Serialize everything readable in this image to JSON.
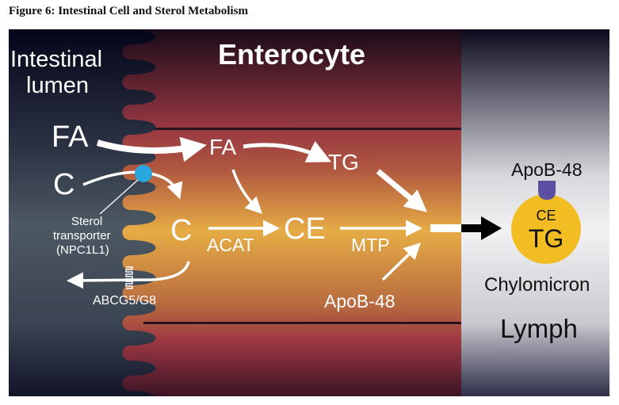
{
  "figure": {
    "title": "Figure 6: Intestinal Cell and Sterol Metabolism"
  },
  "regions": {
    "lumen": "Intestinal",
    "lumen_line2": "lumen",
    "enterocyte": "Enterocyte",
    "lymph": "Lymph"
  },
  "labels": {
    "fa_lumen": "FA",
    "c_lumen": "C",
    "fa_cell": "FA",
    "tg_cell": "TG",
    "c_cell": "C",
    "ce_cell": "CE",
    "acat": "ACAT",
    "mtp": "MTP",
    "apob_cell": "ApoB-48",
    "transporter_1": "Sterol",
    "transporter_2": "transporter",
    "transporter_3": "(NPC1L1)",
    "abcg": "ABCG5/G8"
  },
  "chylomicron": {
    "apob": "ApoB-48",
    "ce": "CE",
    "tg": "TG",
    "name": "Chylomicron"
  },
  "colors": {
    "lumen_top": "#05051a",
    "lumen_mid": "#4a5560",
    "enterocyte_mid": "#e3a844",
    "enterocyte_red": "#9b3540",
    "transporter": "#2aa7e0",
    "chylomicron": "#f2bd22",
    "apob": "#5a4fa0"
  }
}
